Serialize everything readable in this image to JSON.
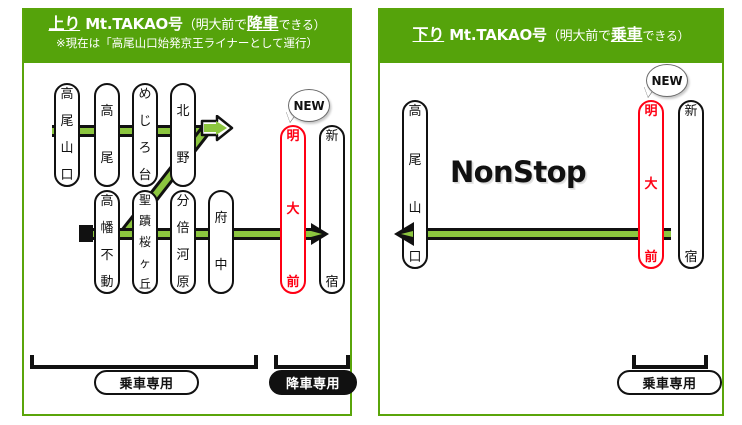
{
  "panels": [
    {
      "id": "up",
      "direction_label": "上り",
      "train_name": "Mt.TAKAO号",
      "note_open": "（明大前で",
      "note_key": "降車",
      "note_close": "できる）",
      "subtitle": "※現在は「高尾山口始発京王ライナーとして運行）",
      "nonstop_label": "",
      "row1_stations": [
        "高尾山口",
        "高尾",
        "めじろ台",
        "北野"
      ],
      "row2_stations": [
        "高幡不動",
        "聖蹟桜ヶ丘",
        "分倍河原",
        "府中"
      ],
      "terminal_stations": [
        "明大前",
        "新宿"
      ],
      "new_badge": "NEW",
      "bracket_tags": [
        {
          "label": "乗車専用",
          "style": "light"
        },
        {
          "label": "降車専用",
          "style": "dark"
        }
      ]
    },
    {
      "id": "down",
      "direction_label": "下り",
      "train_name": "Mt.TAKAO号",
      "note_open": "（明大前で",
      "note_key": "乗車",
      "note_close": "できる）",
      "subtitle": "",
      "nonstop_label": "NonStop",
      "row1_stations": [
        "高尾山口"
      ],
      "row2_stations": [],
      "terminal_stations": [
        "明大前",
        "新宿"
      ],
      "new_badge": "NEW",
      "bracket_tags": [
        {
          "label": "乗車専用",
          "style": "light"
        }
      ]
    }
  ],
  "colors": {
    "header_green": "#55a30b",
    "border_green": "#5aa50a",
    "track_green": "#8cc63f",
    "track_black": "#111111",
    "highlight_red": "#ff0014"
  }
}
